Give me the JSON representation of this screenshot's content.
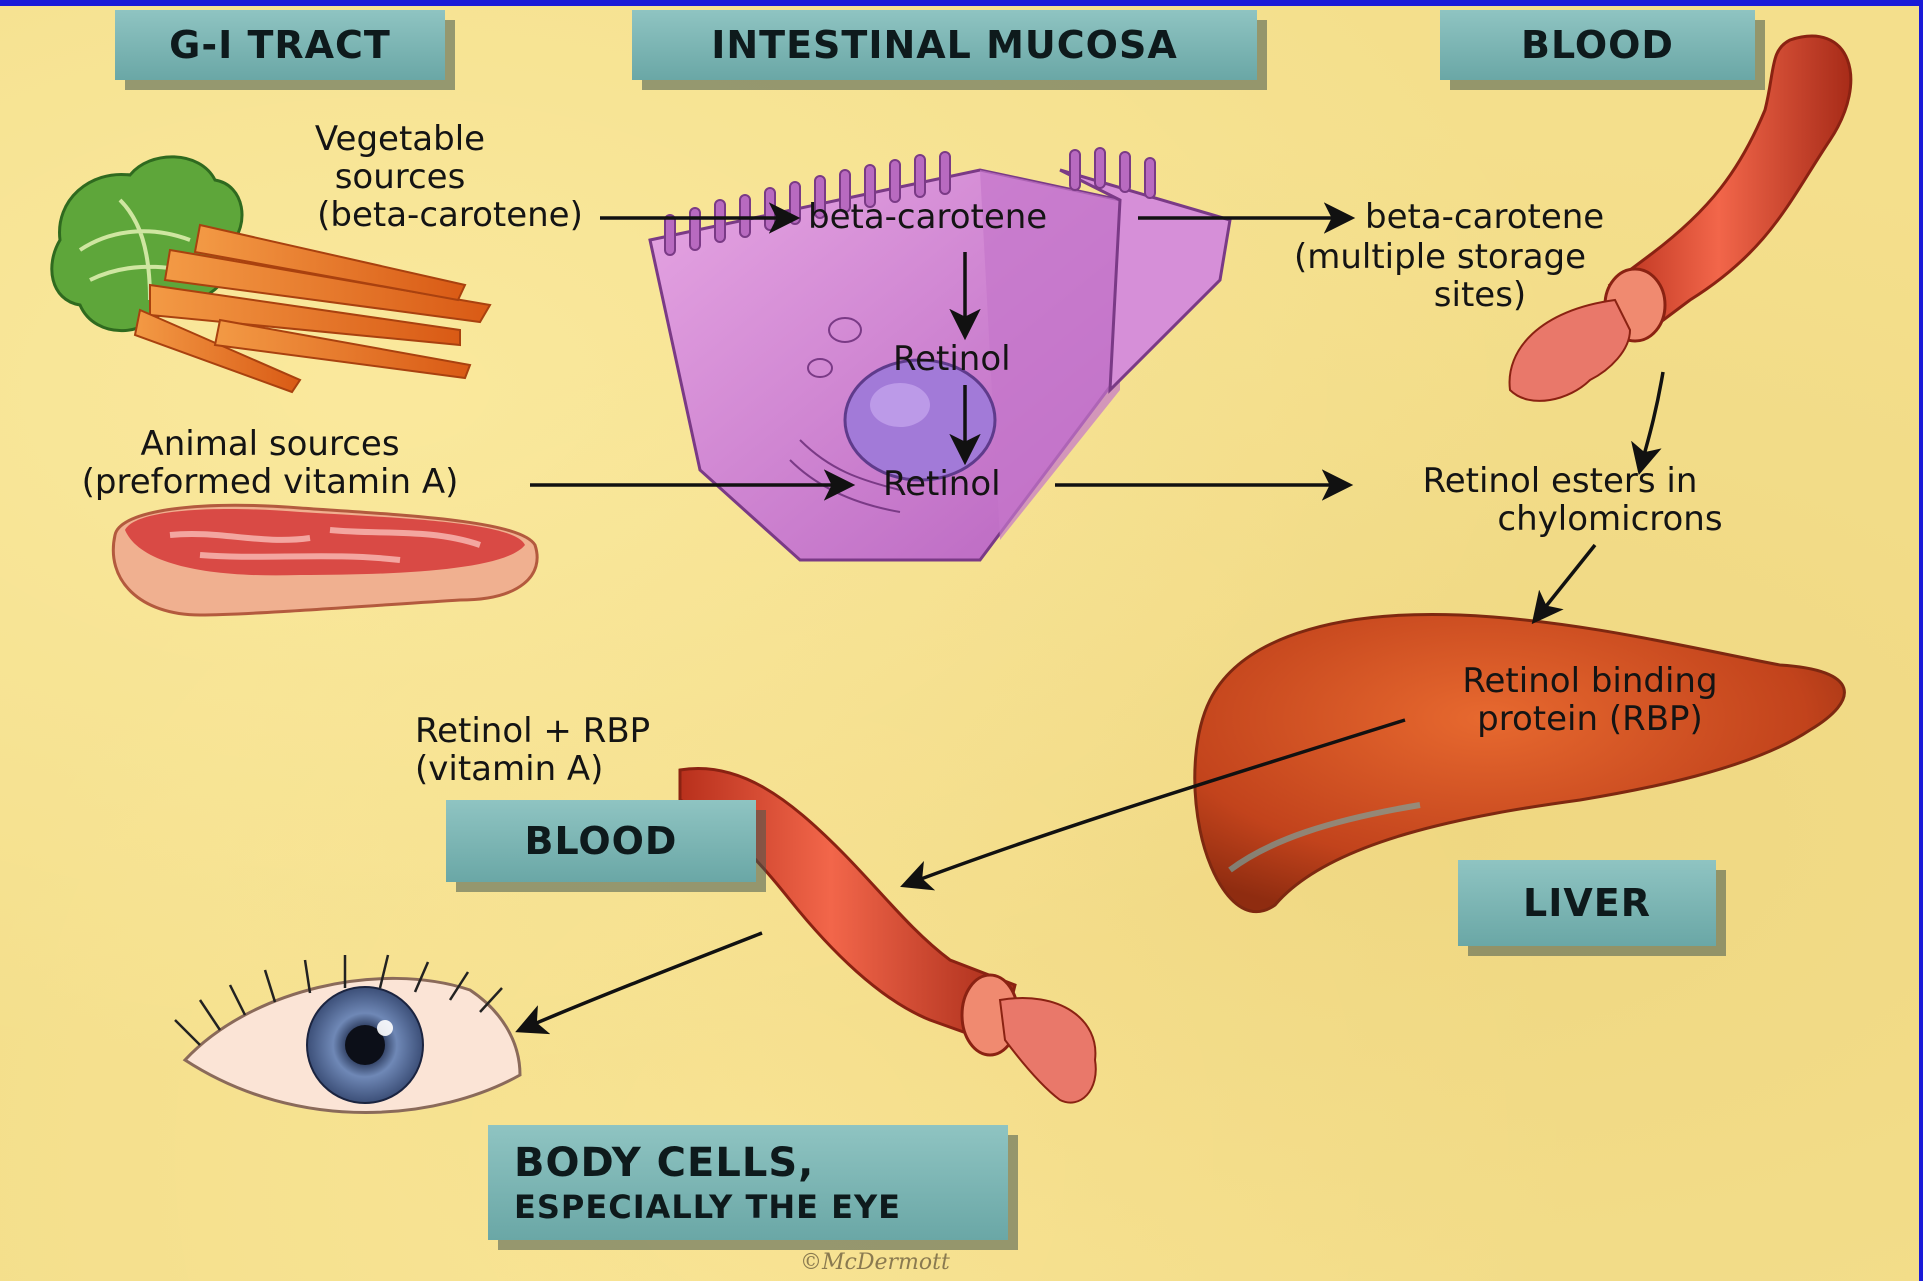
{
  "sections": {
    "gi_tract": "G-I TRACT",
    "intestinal_mucosa": "INTESTINAL MUCOSA",
    "blood_top": "BLOOD",
    "blood_bottom": "BLOOD",
    "liver": "LIVER",
    "body_cells_line1": "BODY CELLS,",
    "body_cells_line2": "ESPECIALLY THE EYE"
  },
  "labels": {
    "vegetable_line1": "Vegetable",
    "vegetable_line2": "sources",
    "vegetable_line3": "(beta-carotene)",
    "animal_line1": "Animal sources",
    "animal_line2": "(preformed vitamin A)",
    "mucosa_beta_carotene": "beta-carotene",
    "mucosa_retinol_1": "Retinol",
    "mucosa_retinol_2": "Retinol",
    "blood_beta_carotene": "beta-carotene",
    "storage_line1": "(multiple storage",
    "storage_line2": "sites)",
    "esters_line1": "Retinol esters in",
    "esters_line2": "chylomicrons",
    "rbp_line1": "Retinol binding",
    "rbp_line2": "protein (RBP)",
    "retinol_rbp_line1": "Retinol + RBP",
    "retinol_rbp_line2": "(vitamin A)"
  },
  "signature": "©McDermott",
  "colors": {
    "background": "#f4df8c",
    "label_box": "#7db6b5",
    "vessel": "#e8553a",
    "liver": "#c8471e",
    "cell": "#cf86cf",
    "carrot": "#ee7a2a",
    "frame": "#1a1ad8"
  }
}
